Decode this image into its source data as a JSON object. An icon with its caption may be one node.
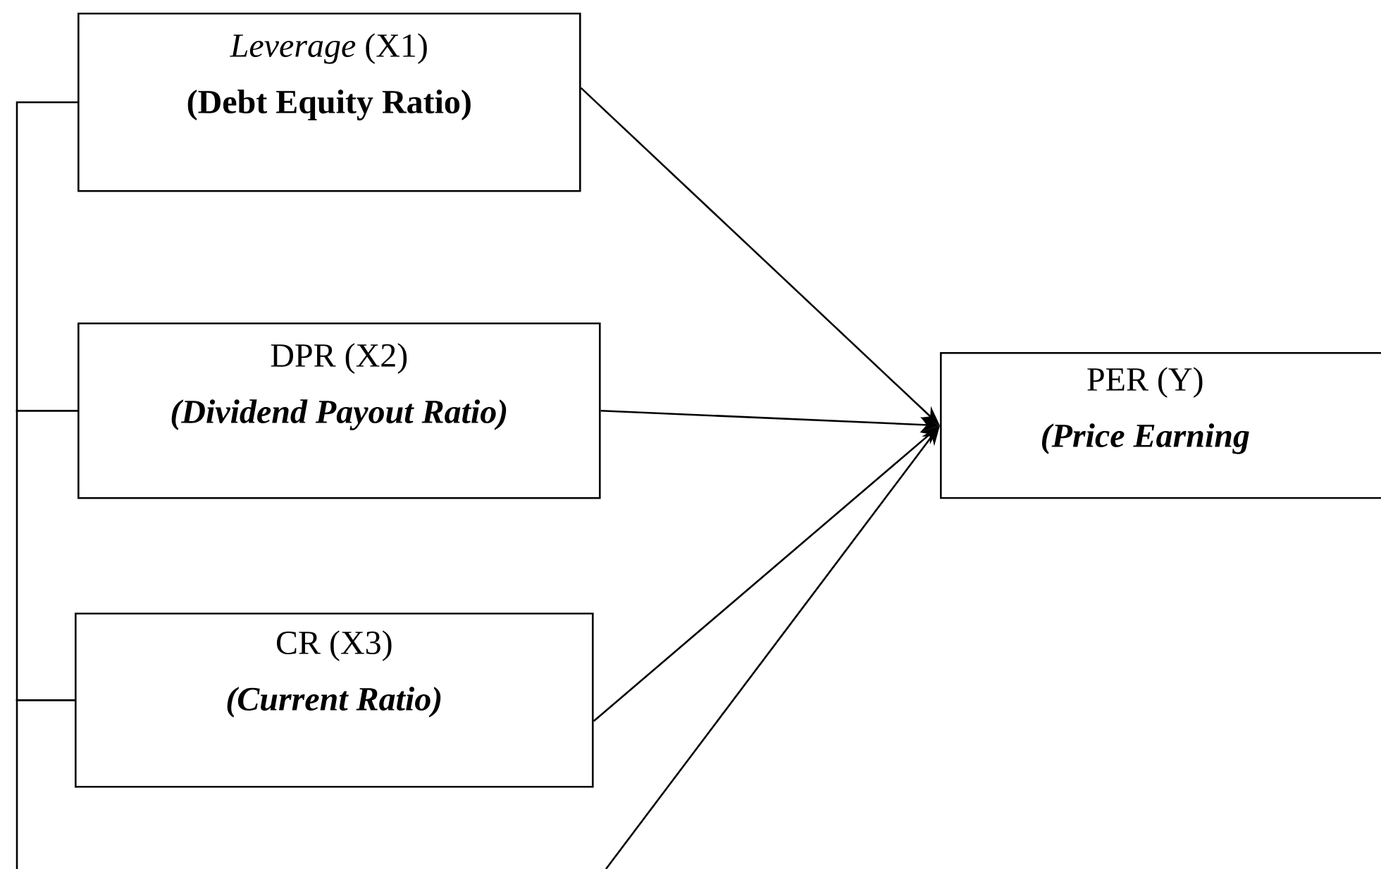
{
  "diagram": {
    "nodes": [
      {
        "text": [
          "*Leverage* (X1)",
          "(Debt Equity Ratio)"
        ]
      },
      {
        "text": [
          "DPR (X2)",
          "(Dividend Payout Ratio)"
        ]
      },
      {
        "text": [
          "CR (X3)",
          "(Current Ratio)"
        ]
      },
      {
        "text": [
          "PER (Y)",
          "(Price Earning"
        ]
      }
    ],
    "edges": [
      {
        "from": 0,
        "to": 3,
        "arrow": "to"
      },
      {
        "from": 1,
        "to": 3,
        "arrow": "to"
      },
      {
        "from": 2,
        "to": 3,
        "arrow": "to"
      },
      {
        "from": null,
        "to": 3,
        "arrow": "to"
      },
      {
        "from": 0,
        "to": 1,
        "arrow": "none"
      },
      {
        "from": 1,
        "to": 2,
        "arrow": "none"
      },
      {
        "from": 2,
        "to": null,
        "arrow": "none"
      }
    ]
  }
}
